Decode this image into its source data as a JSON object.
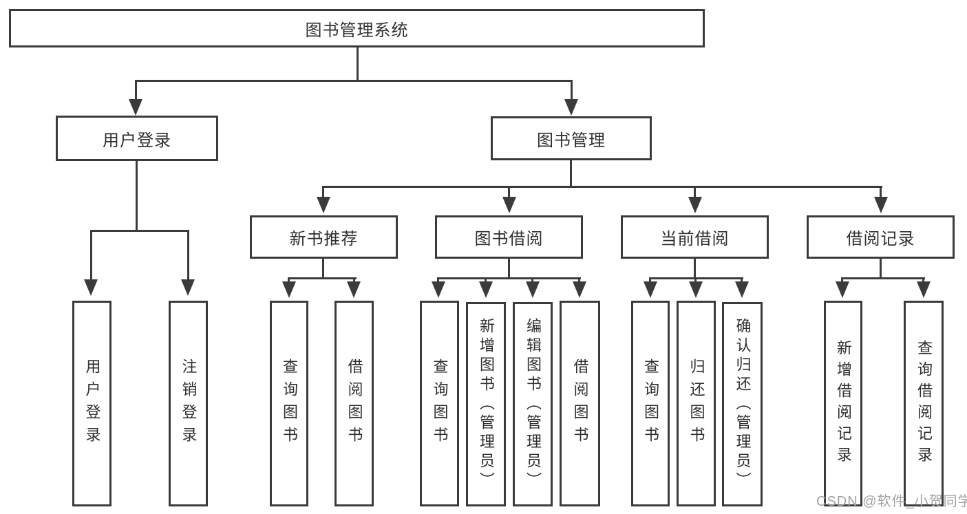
{
  "nodes": {
    "root": "图书管理系统",
    "user_login": "用户登录",
    "book_mgmt": "图书管理",
    "new_book_rec": "新书推荐",
    "book_borrow": "图书借阅",
    "current_borrow": "当前借阅",
    "borrow_record": "借阅记录",
    "leaf_user_login": "用户登录",
    "leaf_logout": "注销登录",
    "leaf_nb_query": "查询图书",
    "leaf_nb_borrow": "借阅图书",
    "leaf_bb_query": "查询图书",
    "leaf_bb_add": "新增图书（管理员）",
    "leaf_bb_edit": "编辑图书（管理员）",
    "leaf_bb_borrow": "借阅图书",
    "leaf_cb_query": "查询图书",
    "leaf_cb_return": "归还图书",
    "leaf_cb_confirm": "确认归还（管理员）",
    "leaf_br_add": "新增借阅记录",
    "leaf_br_query": "查询借阅记录"
  },
  "watermark": "CSDN @软件_小贺同学",
  "colors": {
    "line": "#3b3b3b",
    "text": "#2e2e2e",
    "box_background": "#ffffff",
    "watermark": "#a3a3a3",
    "background": "#ffffff"
  },
  "diagram_type": "tree-structure"
}
